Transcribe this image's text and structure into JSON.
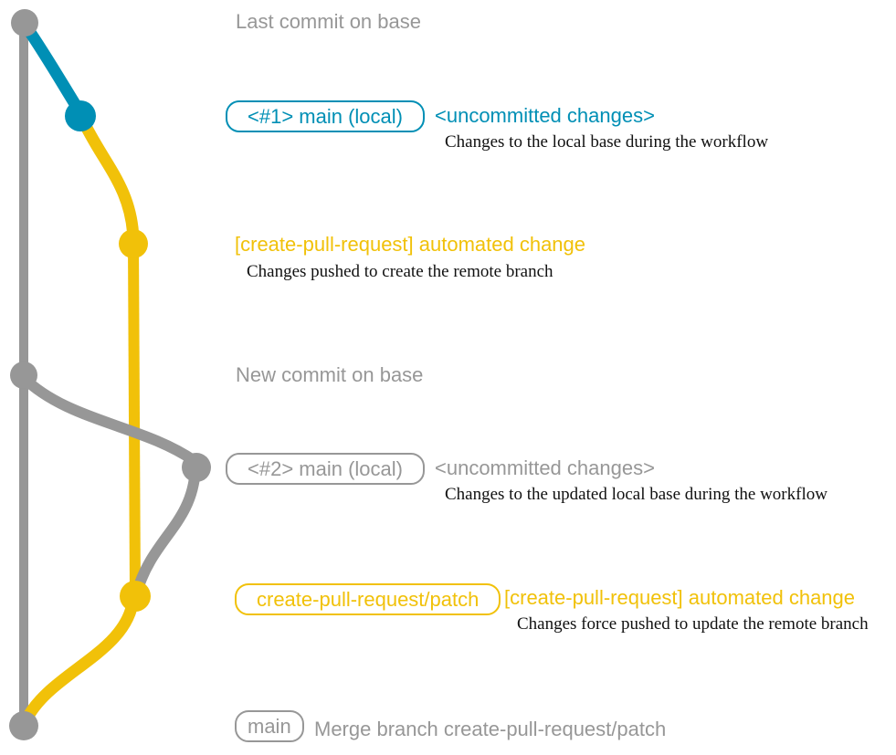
{
  "colors": {
    "gray": "#979797",
    "blue": "#008fb5",
    "yellow": "#f1c109",
    "note_text": "#111111",
    "background": "#ffffff"
  },
  "graph": {
    "type": "git-commit-graph",
    "commit_dots": [
      {
        "label": "last commit on base",
        "color": "gray"
      },
      {
        "label": "main local 1",
        "color": "blue"
      },
      {
        "label": "automated change 1",
        "color": "yellow"
      },
      {
        "label": "new commit on base",
        "color": "gray"
      },
      {
        "label": "main local 2",
        "color": "gray"
      },
      {
        "label": "automated change 2",
        "color": "yellow"
      },
      {
        "label": "merge commit",
        "color": "gray"
      }
    ]
  },
  "annotations": {
    "last_commit": "Last commit on base",
    "new_commit": "New commit on base",
    "merge_message": "Merge branch create-pull-request/patch",
    "badge_main_local_1": "<#1> main (local)",
    "badge_main_local_2": "<#2> main (local)",
    "badge_patch_branch": "create-pull-request/patch",
    "badge_main": "main",
    "uncommitted_1": "<uncommitted changes>",
    "uncommitted_2": "<uncommitted changes>",
    "automated_change_1": "[create-pull-request] automated change",
    "automated_change_2": "[create-pull-request] automated change",
    "note_local_base": "Changes to the local base during the workflow",
    "note_pushed_create": "Changes pushed to create the remote branch",
    "note_updated_local_base": "Changes to the updated local base during the workflow",
    "note_force_pushed": "Changes force pushed to update the remote branch"
  }
}
